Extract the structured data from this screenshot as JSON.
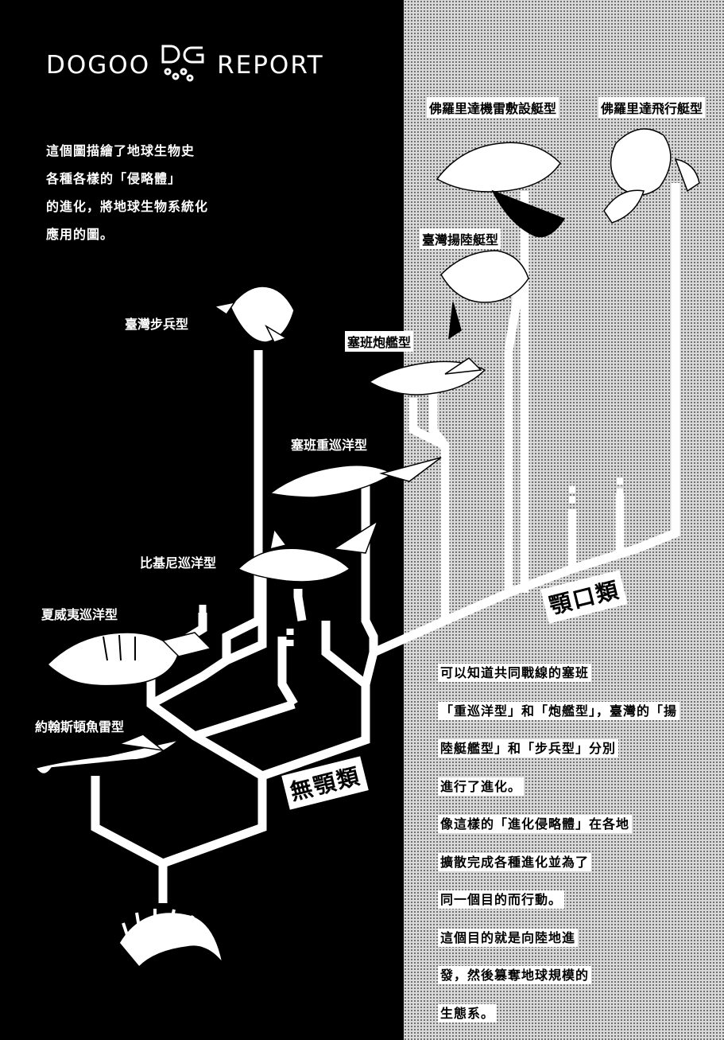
{
  "header": {
    "left_text": "DOGOO",
    "logo_text": "DG",
    "right_text": "REPORT"
  },
  "intro": {
    "lines": [
      "這個圖描繪了地球生物史",
      "各種各樣的「侵略體」",
      "的進化，將地球生物系統化",
      "應用的圖。"
    ]
  },
  "species": {
    "florida_minelayer": "佛羅里達機雷敷設艇型",
    "florida_flying": "佛羅里達飛行艇型",
    "taiwan_landing": "臺灣揚陸艇型",
    "taiwan_infantry": "臺灣步兵型",
    "saipan_gunboat": "塞班炮艦型",
    "saipan_heavy_cruiser": "塞班重巡洋型",
    "bikini_cruiser": "比基尼巡洋型",
    "hawaii_cruiser": "夏威夷巡洋型",
    "johnston_torpedo": "約翰斯頓魚雷型"
  },
  "groups": {
    "gnathostomata": "顎口類",
    "agnatha": "無顎類"
  },
  "story": {
    "lines": [
      "可以知道共同戰線的塞班",
      "「重巡洋型」和「炮艦型」，臺灣的「揚",
      "陸艇艦型」和「步兵型」分別",
      "進行了進化。",
      "像這樣的「進化侵略體」在各地",
      "擴散完成各種進化並為了",
      "同一個目的而行動。",
      "這個目的就是向陸地進",
      "發，然後篡奪地球規模的",
      "生態系。"
    ]
  }
}
